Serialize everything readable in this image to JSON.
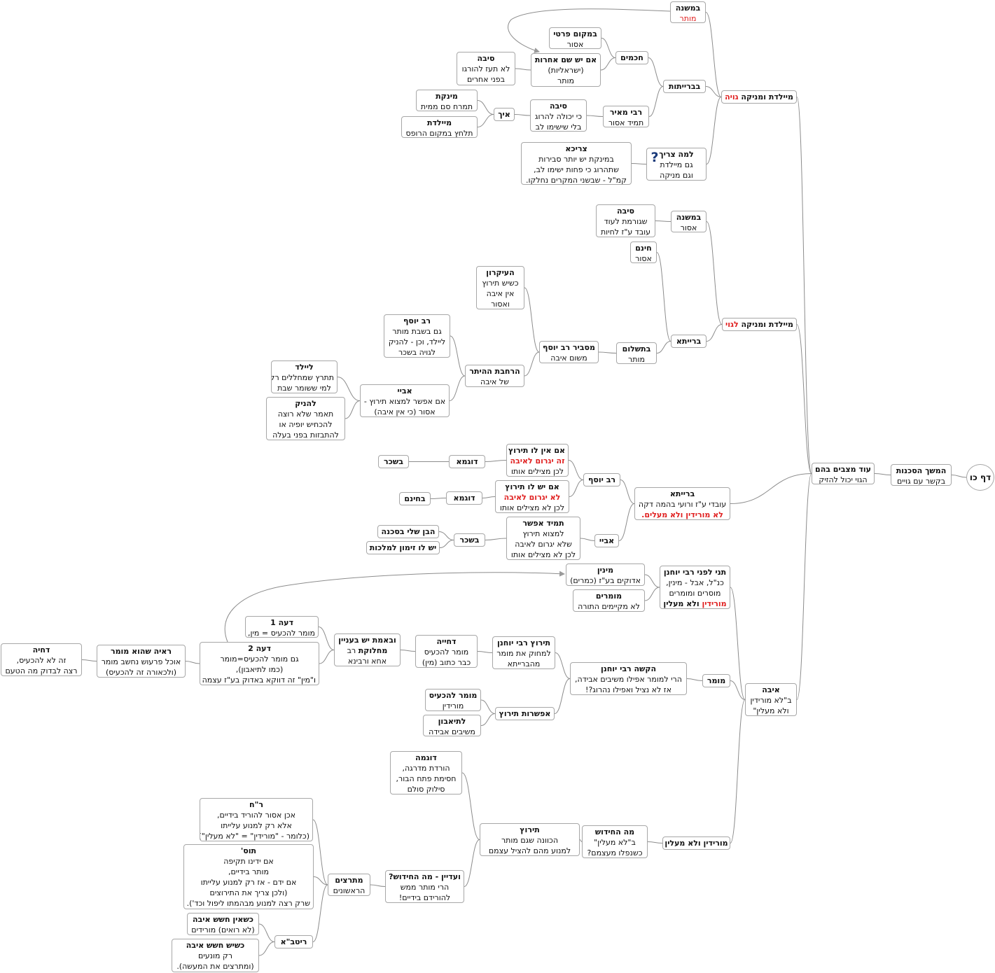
{
  "nodes": [
    {
      "id": "root",
      "kind": "center",
      "parts": [
        [
          {
            "t": "דף כו"
          }
        ]
      ]
    },
    {
      "id": "hemshech",
      "parts": [
        [
          {
            "t": "המשך הסכנות",
            "b": 1
          }
        ],
        [
          {
            "t": "בקשר עם גויים"
          }
        ]
      ]
    },
    {
      "id": "od",
      "parts": [
        [
          {
            "t": "עוד מצבים בהם",
            "b": 1
          }
        ],
        [
          {
            "t": "הגוי יכול להזיק"
          }
        ]
      ]
    },
    {
      "id": "meyaledet_goya",
      "kind": "single",
      "parts": [
        [
          {
            "t": "מיילדת ומניקה ",
            "b": 1
          },
          {
            "t": "גויה",
            "b": 1,
            "c": "red"
          }
        ]
      ]
    },
    {
      "id": "mishna1",
      "parts": [
        [
          {
            "t": "במשנה",
            "b": 1
          }
        ],
        [
          {
            "t": "מותר",
            "c": "red"
          }
        ]
      ]
    },
    {
      "id": "braytot",
      "kind": "single",
      "parts": [
        [
          {
            "t": "בברייתות",
            "b": 1
          }
        ]
      ]
    },
    {
      "id": "chachamim",
      "kind": "single",
      "parts": [
        [
          {
            "t": "חכמים",
            "b": 1
          }
        ]
      ]
    },
    {
      "id": "bimakom",
      "parts": [
        [
          {
            "t": "במקום פרטי",
            "b": 1
          }
        ],
        [
          {
            "t": "אסור"
          }
        ]
      ]
    },
    {
      "id": "im_yesh",
      "parts": [
        [
          {
            "t": "אם יש שם אחרות",
            "b": 1
          }
        ],
        [
          {
            "t": "(ישראליות)"
          }
        ],
        [
          {
            "t": "מותר"
          }
        ]
      ]
    },
    {
      "id": "siba1",
      "parts": [
        [
          {
            "t": "סיבה",
            "b": 1
          }
        ],
        [
          {
            "t": "לא תעז להורגו"
          }
        ],
        [
          {
            "t": "בפני אחרים"
          }
        ]
      ]
    },
    {
      "id": "rmeir",
      "parts": [
        [
          {
            "t": "רבי מאיר",
            "b": 1
          }
        ],
        [
          {
            "t": "תמיד אסור"
          }
        ]
      ]
    },
    {
      "id": "siba2",
      "parts": [
        [
          {
            "t": "סיבה",
            "b": 1
          }
        ],
        [
          {
            "t": "כי יכולה להרוג"
          }
        ],
        [
          {
            "t": "בלי שישימו לב"
          }
        ]
      ]
    },
    {
      "id": "eich",
      "kind": "single",
      "parts": [
        [
          {
            "t": "איך",
            "b": 1
          }
        ]
      ]
    },
    {
      "id": "meniket",
      "parts": [
        [
          {
            "t": "מינקת",
            "b": 1
          }
        ],
        [
          {
            "t": "תמרח סם ממית"
          }
        ]
      ]
    },
    {
      "id": "meyaledet2",
      "parts": [
        [
          {
            "t": "מיילדת",
            "b": 1
          }
        ],
        [
          {
            "t": "תלחץ במקום הרופס"
          }
        ]
      ]
    },
    {
      "id": "lama",
      "kind": "q",
      "parts": [
        [
          {
            "t": "למה צריך",
            "b": 1
          }
        ],
        [
          {
            "t": "גם מיילדת"
          }
        ],
        [
          {
            "t": "וגם מניקה"
          }
        ]
      ]
    },
    {
      "id": "tzricha",
      "parts": [
        [
          {
            "t": "צריכא",
            "b": 1
          }
        ],
        [
          {
            "t": "במינקת יש יותר סבירות"
          }
        ],
        [
          {
            "t": "שתהרוג כי פחות ישימו לב,"
          }
        ],
        [
          {
            "t": "קמ\"ל - שבשני המקרים נחלקו."
          }
        ]
      ]
    },
    {
      "id": "meyaledet_goy",
      "kind": "single",
      "parts": [
        [
          {
            "t": "מיילדת ומניקה ",
            "b": 1
          },
          {
            "t": "לגוי",
            "b": 1,
            "c": "red"
          }
        ]
      ]
    },
    {
      "id": "mishna2",
      "parts": [
        [
          {
            "t": "במשנה",
            "b": 1
          }
        ],
        [
          {
            "t": "אסור"
          }
        ]
      ]
    },
    {
      "id": "siba3",
      "parts": [
        [
          {
            "t": "סיבה",
            "b": 1
          }
        ],
        [
          {
            "t": "שגורמת לעוד"
          }
        ],
        [
          {
            "t": "עובד ע\"ז לחיות"
          }
        ]
      ]
    },
    {
      "id": "braytaA",
      "kind": "single",
      "parts": [
        [
          {
            "t": "ברייתא",
            "b": 1
          }
        ]
      ]
    },
    {
      "id": "chinam",
      "parts": [
        [
          {
            "t": "חינם",
            "b": 1
          }
        ],
        [
          {
            "t": "אסור"
          }
        ]
      ]
    },
    {
      "id": "betashlum",
      "parts": [
        [
          {
            "t": "בתשלום",
            "b": 1
          }
        ],
        [
          {
            "t": "מותר"
          }
        ]
      ]
    },
    {
      "id": "masbir",
      "parts": [
        [
          {
            "t": "מסביר רב יוסף",
            "b": 1
          }
        ],
        [
          {
            "t": "משום איבה"
          }
        ]
      ]
    },
    {
      "id": "ikaron",
      "parts": [
        [
          {
            "t": "העיקרון",
            "b": 1
          }
        ],
        [
          {
            "t": "כשיש תירוץ"
          }
        ],
        [
          {
            "t": "אין איבה"
          }
        ],
        [
          {
            "t": "ואסור"
          }
        ]
      ]
    },
    {
      "id": "harchava",
      "parts": [
        [
          {
            "t": "הרחבת ההיתר",
            "b": 1
          }
        ],
        [
          {
            "t": "של איבה"
          }
        ]
      ]
    },
    {
      "id": "ravyosef1",
      "parts": [
        [
          {
            "t": "רב יוסף",
            "b": 1
          }
        ],
        [
          {
            "t": "גם בשבת מותר"
          }
        ],
        [
          {
            "t": "ליילד, וכן - להניק"
          }
        ],
        [
          {
            "t": "לגויה בשכר"
          }
        ]
      ]
    },
    {
      "id": "abaye1",
      "parts": [
        [
          {
            "t": "אביי",
            "b": 1
          }
        ],
        [
          {
            "t": "אם אפשר למצוא תירוץ -"
          }
        ],
        [
          {
            "t": "אסור (כי אין איבה)"
          }
        ]
      ]
    },
    {
      "id": "leyaled",
      "parts": [
        [
          {
            "t": "ליילד",
            "b": 1
          }
        ],
        [
          {
            "t": "תתרץ שמחללים רק"
          }
        ],
        [
          {
            "t": "למי ששומר שבת"
          }
        ]
      ]
    },
    {
      "id": "lehanik",
      "parts": [
        [
          {
            "t": "להניק",
            "b": 1
          }
        ],
        [
          {
            "t": "תאמר שלא רוצה"
          }
        ],
        [
          {
            "t": "להכחיש יופיה או"
          }
        ],
        [
          {
            "t": "להתבזות בפני בעלה"
          }
        ]
      ]
    },
    {
      "id": "braytaB",
      "parts": [
        [
          {
            "t": "ברייתא",
            "b": 1
          }
        ],
        [
          {
            "t": "עובדי ע\"ז ורועי בהמה דקה"
          }
        ],
        [
          {
            "t": "לא מורידין ולא מעלים.",
            "b": 1,
            "c": "red"
          }
        ]
      ]
    },
    {
      "id": "ravyosef2",
      "kind": "single",
      "parts": [
        [
          {
            "t": "רב יוסף",
            "b": 1
          }
        ]
      ]
    },
    {
      "id": "im_ein",
      "parts": [
        [
          {
            "t": "אם אין לו תירוץ",
            "b": 1
          }
        ],
        [
          {
            "t": "זה יגרום לאיבה",
            "b": 1,
            "c": "red"
          }
        ],
        [
          {
            "t": "לכן מצילים אותו"
          }
        ]
      ]
    },
    {
      "id": "dugma1",
      "kind": "single",
      "parts": [
        [
          {
            "t": "דוגמא",
            "b": 1
          }
        ]
      ]
    },
    {
      "id": "besachar1",
      "kind": "single",
      "parts": [
        [
          {
            "t": "בשכר",
            "b": 1
          }
        ]
      ]
    },
    {
      "id": "im_yesh2",
      "parts": [
        [
          {
            "t": "אם יש לו תירוץ",
            "b": 1
          }
        ],
        [
          {
            "t": "לא יגרום לאיבה",
            "b": 1,
            "c": "red"
          }
        ],
        [
          {
            "t": "לכן לא מצילים אותו"
          }
        ]
      ]
    },
    {
      "id": "dugma2",
      "kind": "single",
      "parts": [
        [
          {
            "t": "דוגמא",
            "b": 1
          }
        ]
      ]
    },
    {
      "id": "bechinam",
      "kind": "single",
      "parts": [
        [
          {
            "t": "בחינם",
            "b": 1
          }
        ]
      ]
    },
    {
      "id": "abaye2",
      "kind": "single",
      "parts": [
        [
          {
            "t": "אביי",
            "b": 1
          }
        ]
      ]
    },
    {
      "id": "tamid",
      "parts": [
        [
          {
            "t": "תמיד אפשר",
            "b": 1
          }
        ],
        [
          {
            "t": "למצוא תירוץ"
          }
        ],
        [
          {
            "t": "שלא יגרום לאיבה"
          }
        ],
        [
          {
            "t": "לכן לא מצילים אותו"
          }
        ]
      ]
    },
    {
      "id": "besachar2",
      "kind": "single",
      "parts": [
        [
          {
            "t": "בשכר",
            "b": 1
          }
        ]
      ]
    },
    {
      "id": "haben",
      "kind": "single",
      "parts": [
        [
          {
            "t": "הבן שלי בסכנה",
            "b": 1
          }
        ]
      ]
    },
    {
      "id": "yesh_lo",
      "kind": "single",
      "parts": [
        [
          {
            "t": "יש לו זימון למלכות",
            "b": 1
          }
        ]
      ]
    },
    {
      "id": "eiva",
      "parts": [
        [
          {
            "t": "איבה",
            "b": 1
          }
        ],
        [
          {
            "t": "ב\"לא מורידין"
          }
        ],
        [
          {
            "t": "ולא מעלין\""
          }
        ]
      ]
    },
    {
      "id": "tani",
      "parts": [
        [
          {
            "t": "תני לפני רבי יוחנן",
            "b": 1
          }
        ],
        [
          {
            "t": "כנ\"ל, אבל - מינין,"
          }
        ],
        [
          {
            "t": "מוסרים ומומרים"
          }
        ],
        [
          {
            "t": "מורידין",
            "b": 1,
            "c": "red"
          },
          {
            "t": " ולא מעלין",
            "b": 1
          }
        ]
      ]
    },
    {
      "id": "minin",
      "parts": [
        [
          {
            "t": "מינין",
            "b": 1
          }
        ],
        [
          {
            "t": "אדוקים בע\"ז (כמרים)"
          }
        ]
      ]
    },
    {
      "id": "mumarim",
      "parts": [
        [
          {
            "t": "מומרים",
            "b": 1
          }
        ],
        [
          {
            "t": "לא מקיימים התורה"
          }
        ]
      ]
    },
    {
      "id": "mumar",
      "kind": "single",
      "parts": [
        [
          {
            "t": "מומר",
            "b": 1
          }
        ]
      ]
    },
    {
      "id": "kushia",
      "parts": [
        [
          {
            "t": "הקשה רבי יוחנן",
            "b": 1
          }
        ],
        [
          {
            "t": "הרי למומר אפילו משיבים אבידה,"
          }
        ],
        [
          {
            "t": "אז לא נציל ואפילו נהרוג?!"
          }
        ]
      ]
    },
    {
      "id": "terutz",
      "parts": [
        [
          {
            "t": "תירוץ רבי יוחנן",
            "b": 1
          }
        ],
        [
          {
            "t": "למחוק את מומר"
          }
        ],
        [
          {
            "t": "מהברייתא"
          }
        ]
      ]
    },
    {
      "id": "dchiya1",
      "parts": [
        [
          {
            "t": "דחייה",
            "b": 1
          }
        ],
        [
          {
            "t": "מומר להכעיס"
          }
        ],
        [
          {
            "t": "כבר כתוב (מין)"
          }
        ]
      ]
    },
    {
      "id": "uvemet",
      "parts": [
        [
          {
            "t": "ובאמת יש בעניין",
            "b": 1
          }
        ],
        [
          {
            "t": "מחלוקת",
            "b": 1
          },
          {
            "t": " רב"
          }
        ],
        [
          {
            "t": "אחא ורבינא"
          }
        ]
      ]
    },
    {
      "id": "deah1",
      "parts": [
        [
          {
            "t": "דעה 1",
            "b": 1
          }
        ],
        [
          {
            "t": "מומר להכעיס = מין,"
          }
        ]
      ]
    },
    {
      "id": "deah2",
      "parts": [
        [
          {
            "t": "דעה 2",
            "b": 1
          }
        ],
        [
          {
            "t": "גם מומר להכעיס=מומר"
          }
        ],
        [
          {
            "t": "(כמו לתיאבון),"
          }
        ],
        [
          {
            "t": "ו\"מין\" זה דווקא באדוק בע\"ז עצמה"
          }
        ]
      ]
    },
    {
      "id": "raaya",
      "parts": [
        [
          {
            "t": "ראיה שהוא מומר",
            "b": 1
          }
        ],
        [
          {
            "t": "אוכל פרעוש נחשב מומר"
          }
        ],
        [
          {
            "t": "(ולכאורה זה להכעיס)"
          }
        ]
      ]
    },
    {
      "id": "dchiya2",
      "parts": [
        [
          {
            "t": "דחיה",
            "b": 1
          }
        ],
        [
          {
            "t": "זה לא להכעיס,"
          }
        ],
        [
          {
            "t": "רצה לבדוק מה הטעם"
          }
        ]
      ]
    },
    {
      "id": "efsharut",
      "kind": "single",
      "parts": [
        [
          {
            "t": "אפשרות תירוץ",
            "b": 1
          }
        ]
      ]
    },
    {
      "id": "mumar_lehachis",
      "parts": [
        [
          {
            "t": "מומר להכעיס",
            "b": 1
          }
        ],
        [
          {
            "t": "מורידין"
          }
        ]
      ]
    },
    {
      "id": "leteavon",
      "parts": [
        [
          {
            "t": "לתיאבון",
            "b": 1
          }
        ],
        [
          {
            "t": "משיבים אבידה"
          }
        ]
      ]
    },
    {
      "id": "moridin",
      "kind": "single",
      "parts": [
        [
          {
            "t": "מורידין ולא מעלין",
            "b": 1
          }
        ]
      ]
    },
    {
      "id": "ma_hachidush",
      "parts": [
        [
          {
            "t": "מה החידוש",
            "b": 1
          }
        ],
        [
          {
            "t": "ב\"לא מעלין\""
          }
        ],
        [
          {
            "t": "כשנפלו מעצמם?"
          }
        ]
      ]
    },
    {
      "id": "terutz2",
      "parts": [
        [
          {
            "t": "תירוץ",
            "b": 1
          }
        ],
        [
          {
            "t": "הכוונה שגם מותר"
          }
        ],
        [
          {
            "t": "למנוע מהם להציל עצמם"
          }
        ]
      ]
    },
    {
      "id": "dugma3",
      "parts": [
        [
          {
            "t": "דוגמה",
            "b": 1
          }
        ],
        [
          {
            "t": "הורדת מדרגה,"
          }
        ],
        [
          {
            "t": "חסימת פתח הבור,"
          }
        ],
        [
          {
            "t": "סילוק סולם"
          }
        ]
      ]
    },
    {
      "id": "vaadayin",
      "parts": [
        [
          {
            "t": "ועדיין - מה החידוש?",
            "b": 1
          }
        ],
        [
          {
            "t": "הרי מותר ממש"
          }
        ],
        [
          {
            "t": "להורידם בידיים!"
          }
        ]
      ]
    },
    {
      "id": "metartzim",
      "parts": [
        [
          {
            "t": "מתרצים",
            "b": 1
          }
        ],
        [
          {
            "t": "הראשונים"
          }
        ]
      ]
    },
    {
      "id": "rch",
      "parts": [
        [
          {
            "t": "ר\"ח",
            "b": 1
          }
        ],
        [
          {
            "t": "אכן אסור להוריד בידיים,"
          }
        ],
        [
          {
            "t": "אלא רק למנוע עלייתו"
          }
        ],
        [
          {
            "t": "(כלומר - \"מורידין\" = \"לא מעלין\")"
          }
        ]
      ]
    },
    {
      "id": "tos",
      "parts": [
        [
          {
            "t": "תוס'",
            "b": 1
          }
        ],
        [
          {
            "t": "אם ידינו תקיפה"
          }
        ],
        [
          {
            "t": "מותר בידיים,"
          }
        ],
        [
          {
            "t": "אם ידם - אז רק למנוע עלייתו"
          }
        ],
        [
          {
            "t": "(ולכן צריך את התירוצים"
          }
        ],
        [
          {
            "t": "שרק רצה למנוע מבהמתו ליפול וכד')."
          }
        ]
      ]
    },
    {
      "id": "ritva",
      "kind": "single",
      "parts": [
        [
          {
            "t": "ריטב\"א",
            "b": 1
          }
        ]
      ]
    },
    {
      "id": "kshein",
      "parts": [
        [
          {
            "t": "כשאין חשש איבה",
            "b": 1
          }
        ],
        [
          {
            "t": "(לא רואים) מורידים"
          }
        ]
      ]
    },
    {
      "id": "kshyesh",
      "parts": [
        [
          {
            "t": "כשיש חשש איבה",
            "b": 1
          }
        ],
        [
          {
            "t": "רק מונעים"
          }
        ],
        [
          {
            "t": "(ומתרצים את המעשה)."
          }
        ]
      ]
    }
  ]
}
